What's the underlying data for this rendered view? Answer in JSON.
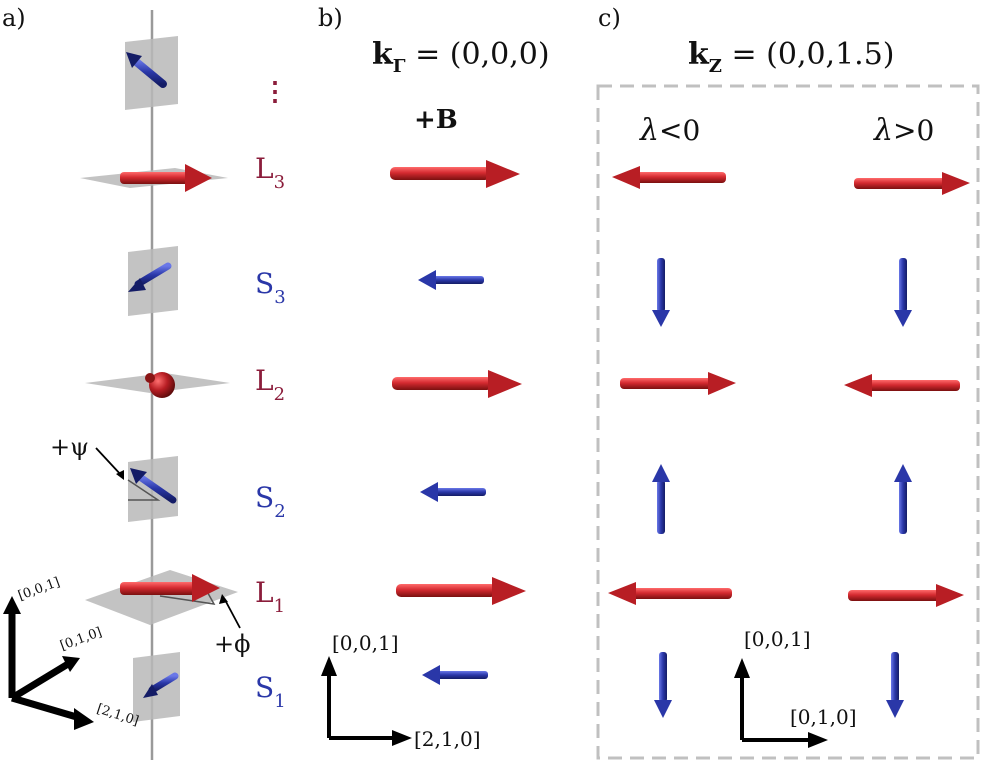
{
  "panels": {
    "a": {
      "label": "a)",
      "ellipsis": "⋮",
      "layers": [
        {
          "main": "L",
          "sub": "3",
          "kind": "L"
        },
        {
          "main": "S",
          "sub": "3",
          "kind": "S"
        },
        {
          "main": "L",
          "sub": "2",
          "kind": "L"
        },
        {
          "main": "S",
          "sub": "2",
          "kind": "S"
        },
        {
          "main": "L",
          "sub": "1",
          "kind": "L"
        },
        {
          "main": "S",
          "sub": "1",
          "kind": "S"
        }
      ],
      "angle_psi": "+ψ",
      "angle_phi": "+ϕ",
      "axes": {
        "z": "[0,0,1]",
        "y": "[0,1,0]",
        "x": "[2,1,0]"
      }
    },
    "b": {
      "label": "b)",
      "title_k": "k",
      "title_sub": "Γ",
      "title_eq": " = (0,0,0)",
      "field": "+B",
      "axes": {
        "vertical": "[0,0,1]",
        "horizontal": "[2,1,0]"
      }
    },
    "c": {
      "label": "c)",
      "title_k": "k",
      "title_sub": "Z",
      "title_eq": " = (0,0,1.5)",
      "lambda_symbol": "λ",
      "lambda_neg": "<0",
      "lambda_pos": ">0",
      "axes": {
        "vertical": "[0,0,1]",
        "horizontal": "[0,1,0]"
      }
    }
  },
  "colors": {
    "red_moment": "#c8202a",
    "blue_moment": "#2a37a8",
    "layer_L": "#8b1d3b",
    "layer_S": "#2a37a8",
    "plane_gray": "#b8b8b8",
    "dashed_box": "#c0c0c0"
  }
}
